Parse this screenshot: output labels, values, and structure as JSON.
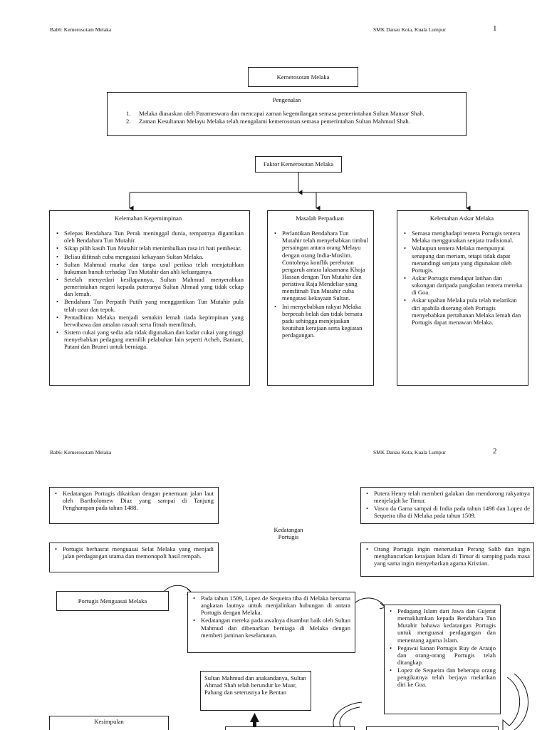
{
  "page1": {
    "header_left": "Bab6: Kemerosotam Melaka",
    "header_right": "SMK Danau Kota, Kuala Lumpur",
    "page_number": "1",
    "title_box": "Kemerosotan Melaka",
    "intro": {
      "title": "Pengenalan",
      "items": [
        "Melaka diasaskan oleh Parameswara dan mencapai zaman kegemilangan semasa pemerintahan Sultan Mansor Shah.",
        "Zaman Kesultanan Melayu Melaka telah mengalami kemerosotan semasa pemerintahan Sultan Mahmud Shah."
      ]
    },
    "factor_box": "Faktor Kemerosotan Melaka",
    "col1": {
      "title": "Kelemahan Kepemimpinan",
      "items": [
        "Selepas Bendahara Tun Perak meninggal dunia, tempatnya digantikan oleh Bendahara Tun Mutahir.",
        "Sikap pilih kasih Tun Mutahir telah menimbulkan rasa iri hati pembesar.",
        "Beliau difitnah cuba mengatasi kekayaan Sultan Melaka.",
        "Sultan Mahmud murka dan tanpa usul periksa telah menjatuhkan hukuman bunuh terhadap Tun Mutahir dan ahli keluarganya.",
        "Setelah menyedari kesilapannya, Sultan Mahmud menyerahkan pemerintahan negeri kepada puteranya Sultan Ahmad yang tidak cekap dan lemah.",
        "Bendahara Tun Perpatih Putih yang menggantikan Tun Mutahir pula telah uzur dan tepok.",
        "Pentadbiran Melaka menjadi semakin lemah tiada kepimpinan yang berwibawa dan amalan rasuah serta fitnah memfitnah.",
        "Sistem cukai yang sedia ada tidak digunakan dan kadar cukai yang tinggi menyebabkan pedagang memilih pelabuhan lain seperti Acheh, Bantam, Patani dan Brunei untuk berniaga."
      ]
    },
    "col2": {
      "title": "Masalah Perpaduan",
      "items": [
        "Perlantikan Bendahara Tun Mutahir telah menyebabkan timbul persaingan antara orang Melayu dengan orang India-Muslim. Contohnya konflik perebutan pengaruh antara laksamana Khoja Hassan dengan Tun Mutahir dan peristiwa Raja Mendeliar yang memfitnah Tun Mutahir cuba mengatasi kekayaan Sultan.",
        "Ini menyebabkan rakyat Melaka berpecah belah dan tidak bersatu padu sehingga menjejaskan keutuhan kerajaan serta kegiatan perdagangan."
      ]
    },
    "col3": {
      "title": "Kelemahan Askar Melaka",
      "items": [
        "Semasa menghadapi tentera Portugis tentera Melaka menggunakan senjata tradisional.",
        "Walaupun tentera Melaka mempunyai senapang dan meriam, tetapi tidak dapat menandingi senjata yang digunakan oleh Portugis.",
        "Askar Portugis mendapat latihan dan sokongan daripada pangkalan tentera mereka di Goa.",
        "Askar upahan Melaka pula telah melarikan diri apabila diserang oleh Portugis menyebabkan pertahanan Melaka lemah dan Portugis dapat menawan Melaka."
      ]
    }
  },
  "page2": {
    "header_left": "Bab6: Kemerosotam Melaka",
    "header_right": "SMK Danau Kota, Kuala Lumpur",
    "page_number": "2",
    "box_tl": "Kedatangan Portugis dikaitkan dengan penemuan jalan laut oleh Bartholomew Diaz yang sampai di Tanjung Pengharapan pada tahun 1488.",
    "box_ml": "Portugis berhasrat menguasai Selat Melaka yang menjadi jalan perdagangan utama dan memonopoli hasil rempah.",
    "center_label": "Kedatangan Portugis",
    "box_tr": [
      "Putera Henry telah memberi galakan dan mendorong rakyatnya menjelajah ke Timur.",
      "Vasco da Gama sampai di India pada tahun 1498 dan Lopez de Sequeira tiba di Melaka pada tahun 1509."
    ],
    "box_mr": "Orang Portugis ingin meneruskan Perang Salib dan ingin menghancurkan kerajaan Islam di Timur di samping pada masa yang sama ingin menyebarkan agama Kristian.",
    "conquer_box": "Portugis Menguasai Melaka",
    "box_center": [
      "Pada tahun 1509, Lopez de Sequeira tiba di Melaka bersama angkatan lautnya untuk menjalinkan hubungan di antara Portugis dengan Melaka.",
      "Kedatangan mereka pada awalnya disambut baik oleh Sultan Mahmud dan dibenarkan berniaga di Melaka dengan memberi jaminan keselamatan."
    ],
    "box_right": [
      "Pedagang Islam dari Jawa dan Gujerat memaklumkan kepada Bendahara Tun Mutahir bahawa kedatangan Portugis untuk menguasai perdagangan dan menentang agama Islam.",
      "Pegawai kanan Portugis Ruy de Araujo dan orang-orang Portugis telah ditangkap.",
      "Lopez de Sequeira dan beberapa orang pengikutnya telah berjaya melarikan diri ke Goa."
    ],
    "sultan_box": "Sultan Mahmud dan anakandanya, Sultan Ahmad Shah telah berundur ke Muar, Pahang dan seterusnya ke Bentan",
    "kesimpulan": "Kesimpulan"
  }
}
